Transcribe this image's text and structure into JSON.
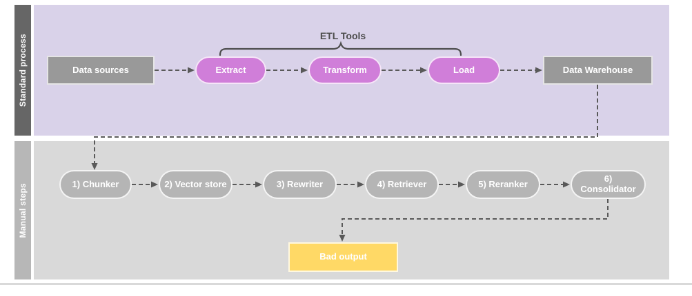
{
  "lanes": {
    "standard_process": {
      "label": "Standard process"
    },
    "manual_steps": {
      "label": "Manual steps"
    }
  },
  "standard": {
    "group_label": "ETL Tools",
    "data_sources": "Data sources",
    "extract": "Extract",
    "transform": "Transform",
    "load": "Load",
    "data_warehouse": "Data Warehouse"
  },
  "manual": {
    "chunker": "1) Chunker",
    "vector_store": "2) Vector store",
    "rewriter": "3) Rewriter",
    "retriever": "4) Retriever",
    "reranker": "5) Reranker",
    "consolidator": "6) Consolidator",
    "bad_output": "Bad output"
  },
  "colors": {
    "lane_standard_bg": "#d9d2e9",
    "lane_standard_bar": "#666666",
    "lane_manual_bg": "#d9d9d9",
    "lane_manual_bar": "#b7b7b7",
    "etl_pill_fill": "#d07ed9",
    "gray_box_fill": "#999999",
    "manual_pill_fill": "#b5b5b5",
    "bad_output_fill": "#ffd966",
    "connector_stroke": "#595959",
    "brace_and_label": "#4d4d4d"
  }
}
